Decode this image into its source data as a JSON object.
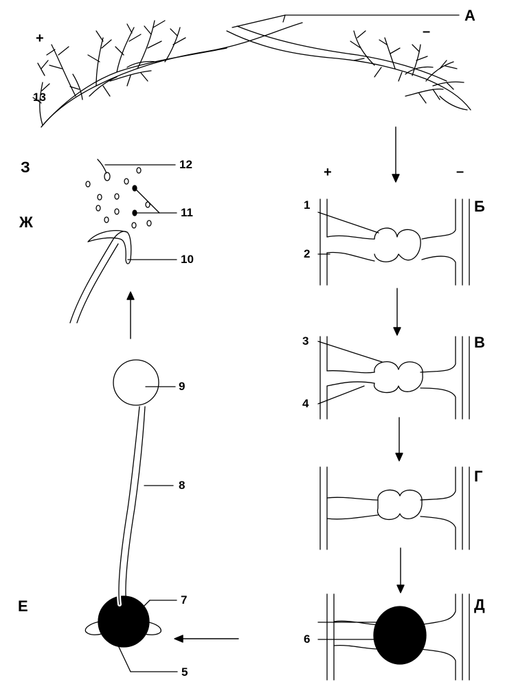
{
  "stage_labels": {
    "a": "А",
    "b": "Б",
    "v": "В",
    "g": "Г",
    "d": "Д",
    "e": "Е",
    "zh": "Ж",
    "z": "З"
  },
  "signs": {
    "plus": "+",
    "minus": "–"
  },
  "numbers": {
    "n1": "1",
    "n2": "2",
    "n3": "3",
    "n4": "4",
    "n5": "5",
    "n6": "6",
    "n7": "7",
    "n8": "8",
    "n9": "9",
    "n10": "10",
    "n11": "11",
    "n12": "12",
    "n13": "13"
  }
}
